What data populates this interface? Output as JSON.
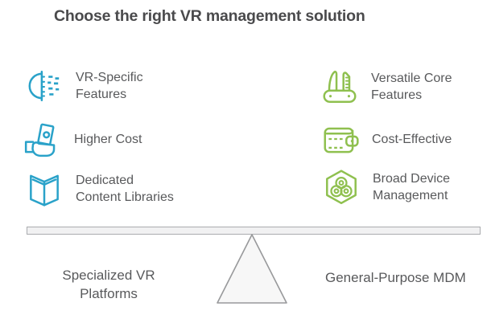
{
  "title": "Choose the right VR management solution",
  "colors": {
    "blue": "#2AA2C9",
    "green": "#8FC04F",
    "label_text": "#58595B",
    "title_text": "#4A4A4C",
    "beam_fill": "#F1F1F2",
    "beam_border": "#AAACAF",
    "fulcrum_fill": "#F7F7F7",
    "fulcrum_border": "#98999B"
  },
  "left_column": {
    "theme_color": "#2AA2C9",
    "items": [
      {
        "icon": "vr-headset-projection-icon",
        "label_lines": [
          "VR-Specific",
          "Features"
        ]
      },
      {
        "icon": "hand-holding-money-icon",
        "label_lines": [
          "Higher Cost"
        ]
      },
      {
        "icon": "open-book-icon",
        "label_lines": [
          "Dedicated",
          "Content Libraries"
        ]
      }
    ],
    "platform_label_lines": [
      "Specialized VR",
      "Platforms"
    ]
  },
  "right_column": {
    "theme_color": "#8FC04F",
    "items": [
      {
        "icon": "swiss-army-knife-icon",
        "label_lines": [
          "Versatile Core",
          "Features"
        ]
      },
      {
        "icon": "wallet-icon",
        "label_lines": [
          "Cost-Effective"
        ]
      },
      {
        "icon": "hexagon-device-cluster-icon",
        "label_lines": [
          "Broad Device",
          "Management"
        ]
      }
    ],
    "platform_label_lines": [
      "General-Purpose MDM"
    ]
  }
}
